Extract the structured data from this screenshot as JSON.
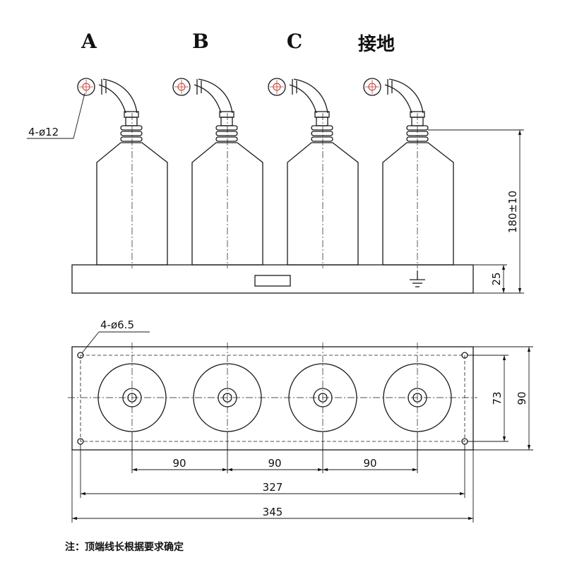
{
  "phase_labels": [
    "A",
    "B",
    "C",
    "接地"
  ],
  "dimensions": {
    "terminal_hole": "4-ø12",
    "mount_hole": "4-ø6.5",
    "height": "180±10",
    "base_height": "25",
    "pitch": [
      "90",
      "90",
      "90"
    ],
    "hole_span": "327",
    "overall_length": "345",
    "hole_span_width": "73",
    "overall_width": "90"
  },
  "note": "注：顶端线长根据要求确定"
}
